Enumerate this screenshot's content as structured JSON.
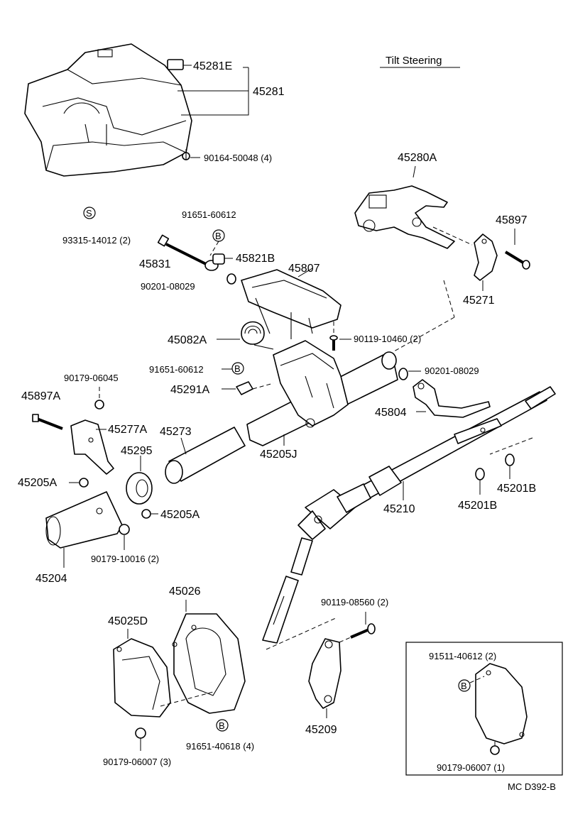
{
  "title": "Tilt Steering",
  "diagram_code": "MC D392-B",
  "mark_symbols": {
    "s": "S",
    "b": "B"
  },
  "parts": {
    "p45281E": "45281E",
    "p45281": "45281",
    "p90164_50048": "90164-50048 (4)",
    "p93315_14012": "93315-14012 (2)",
    "p91651_60612_top": "91651-60612",
    "p45821B": "45821B",
    "p45831": "45831",
    "p90201_08029_a": "90201-08029",
    "p45807": "45807",
    "p45280A": "45280A",
    "p45897": "45897",
    "p45271": "45271",
    "p45082A": "45082A",
    "p90119_10460": "90119-10460 (2)",
    "p91651_60612_mid": "91651-60612",
    "p90201_08029_b": "90201-08029",
    "p90179_06045": "90179-06045",
    "p45291A": "45291A",
    "p45897A": "45897A",
    "p45804": "45804",
    "p45277A": "45277A",
    "p45273": "45273",
    "p45205J": "45205J",
    "p45295": "45295",
    "p45205A_a": "45205A",
    "p45205A_b": "45205A",
    "p45201B_a": "45201B",
    "p45201B_b": "45201B",
    "p45210": "45210",
    "p90179_10016": "90179-10016 (2)",
    "p45204": "45204",
    "p45026": "45026",
    "p45025D": "45025D",
    "p90119_08560": "90119-08560 (2)",
    "p91511_40612": "91511-40612 (2)",
    "p45209": "45209",
    "p91651_40618": "91651-40618 (4)",
    "p90179_06007_a": "90179-06007 (3)",
    "p90179_06007_b": "90179-06007 (1)"
  }
}
